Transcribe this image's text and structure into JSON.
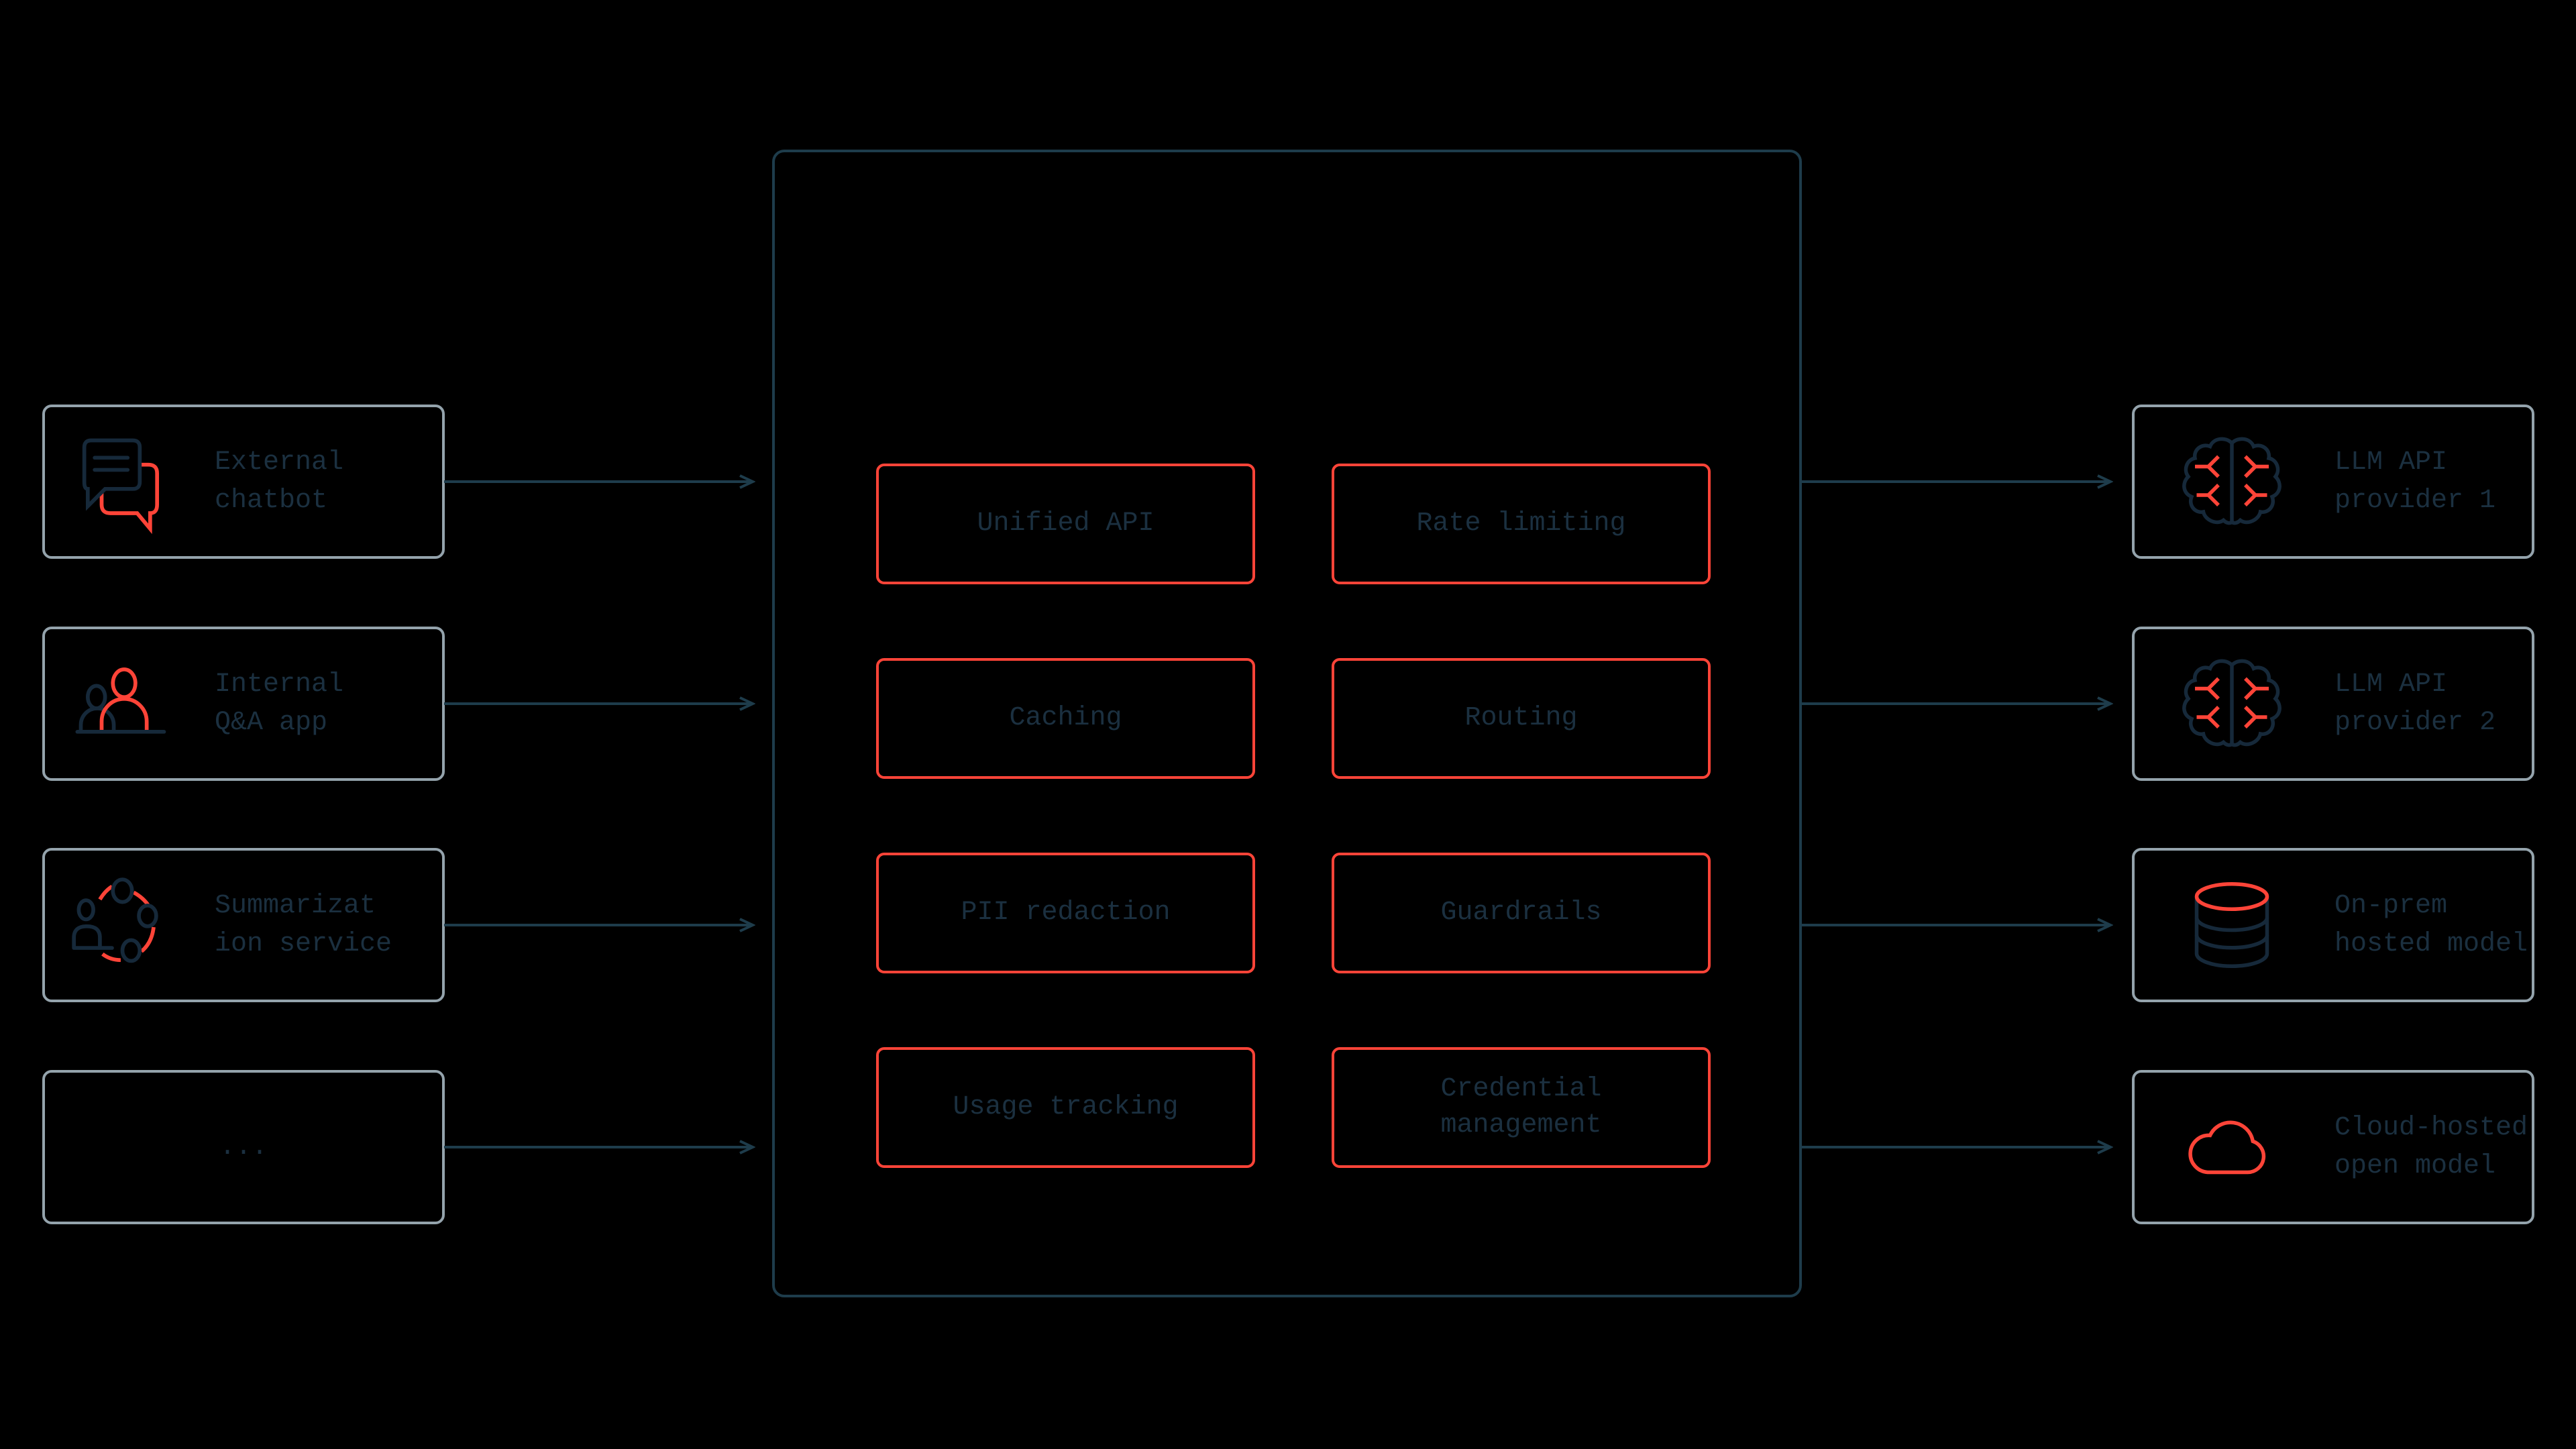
{
  "palette": {
    "background": "#000000",
    "endpoint_border": "#94a3ac",
    "gateway_border": "#1e3c4b",
    "arrow": "#1e3c4b",
    "accent_red": "#ff4438",
    "label_text": "#1b3040",
    "icon_navy": "#16293a"
  },
  "sources": [
    {
      "label": "External\nchatbot",
      "icon": "chat-bubbles-icon"
    },
    {
      "label": "Internal\nQ&A app",
      "icon": "two-users-icon"
    },
    {
      "label": "Summarizat\nion service",
      "icon": "user-workflow-icon"
    },
    {
      "label": "...",
      "icon": "none"
    }
  ],
  "gateway": {
    "features": [
      "Unified API",
      "Rate limiting",
      "Caching",
      "Routing",
      "PII redaction",
      "Guardrails",
      "Usage tracking",
      "Credential\nmanagement"
    ]
  },
  "targets": [
    {
      "label": "LLM API\nprovider 1",
      "icon": "brain-icon"
    },
    {
      "label": "LLM API\nprovider 2",
      "icon": "brain-icon"
    },
    {
      "label": "On-prem\nhosted model",
      "icon": "database-icon"
    },
    {
      "label": "Cloud-hosted\nopen model",
      "icon": "cloud-icon"
    }
  ]
}
